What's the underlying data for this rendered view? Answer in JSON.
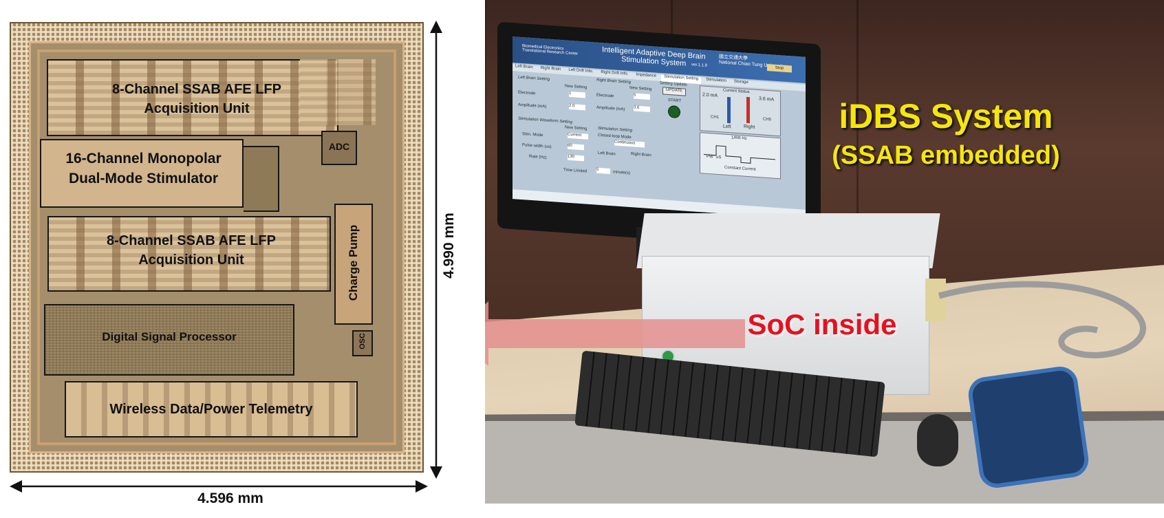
{
  "chip": {
    "blocks": {
      "afe_top": "8-Channel SSAB AFE LFP\nAcquisition Unit",
      "stimulator": "16-Channel Monopolar\nDual-Mode Stimulator",
      "adc": "ADC",
      "afe_bottom": "8-Channel SSAB AFE LFP\nAcquisition Unit",
      "charge_pump": "Charge Pump",
      "dsp": "Digital Signal Processor",
      "osc": "OSC",
      "telemetry": "Wireless Data/Power Telemetry"
    },
    "height_label": "4.990 mm",
    "width_label": "4.596 mm"
  },
  "photo": {
    "title_line1": "iDBS System",
    "title_line2": "(SSAB embedded)",
    "callout": "SoC inside",
    "colors": {
      "title": "#f5e60a",
      "callout": "#e8101e",
      "arrow": "#e48f8f"
    },
    "screen": {
      "header_left": "Biomedical Electronics\nTranslational Research Center",
      "app_title": "Intelligent Adaptive Deep Brain\nStimulation System",
      "version": "ver.1.1.9",
      "university": "國立交通大學\nNational Chiao Tung University",
      "stop_button": "Stop",
      "tabs": [
        "Left Brain",
        "Right Brain",
        "Left Drift Info.",
        "Right Drift Info.",
        "Impedance",
        "Stimulation Setting",
        "Stimulation",
        "Storage"
      ],
      "left_section": "Left Brain Setting",
      "right_section": "Right Brain Setting",
      "new_setting": "New Setting",
      "electrode_label": "Electrode",
      "amplitude_label": "Amplitude (mA)",
      "left_electrode": "1",
      "left_amplitude": "2.0",
      "right_electrode": "5",
      "right_amplitude": "3.6",
      "setting_update": "Setting Update",
      "update_button": "UPDATE",
      "start_label": "START",
      "waveform_section": "Stimulation Waveform Setting",
      "stim_mode_label": "Stim. Mode",
      "stim_mode_value": "Current",
      "pulse_width_label": "Pulse width (us)",
      "pulse_width_value": "60",
      "rate_label": "Rate (Hz)",
      "rate_value": "130",
      "time_limited_label": "Time Limited",
      "time_limited_value": "5",
      "time_limited_unit": "minute(s)",
      "stim_setting_section": "Stimulation Setting",
      "closed_loop_label": "Closed-loop Mode",
      "closed_loop_value": "Continuous",
      "left_brain_check": "Left Brain",
      "right_brain_check": "Right Brain",
      "current_status": "Current Status",
      "left_current": "2.0 mA",
      "right_current": "3.6 mA",
      "ch1": "CH1",
      "ch5": "CH5",
      "left_label": "Left",
      "right_label": "Right",
      "rate_hz": "1/RR Hz",
      "pw_label": "PW",
      "pw_unit": "uS",
      "constant_current": "Constant Current"
    }
  }
}
